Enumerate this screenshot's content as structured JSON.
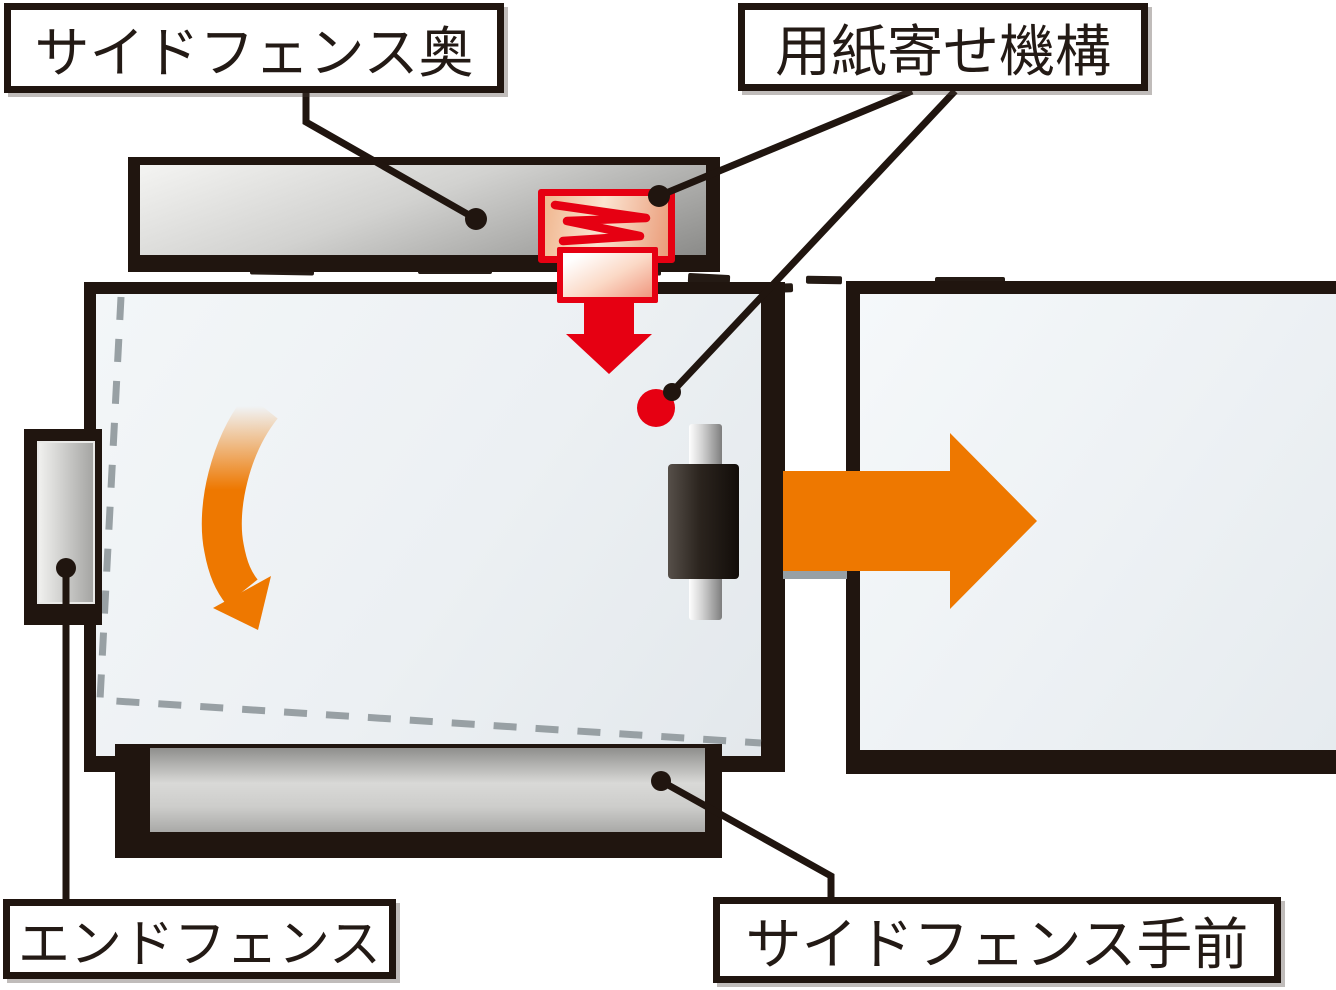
{
  "diagram": {
    "description": "Paper feed tray alignment diagram",
    "labels": {
      "side_fence_back": "サイドフェンス奥",
      "paper_alignment_mechanism": "用紙寄せ機構",
      "end_fence": "エンドフェンス",
      "side_fence_front": "サイドフェンス手前"
    },
    "colors": {
      "red": "#e60012",
      "orange": "#ee7800",
      "outline_black": "#20150f",
      "paper_fill": "#eef2f5",
      "fence_gray": "#c6c6c4",
      "dashed_outline_gray": "#98a0a4"
    },
    "icons": [
      "spring-icon",
      "press-down-arrow-icon",
      "rotate-paper-arrow-icon",
      "feed-direction-arrow-icon",
      "feed-roller",
      "alignment-point-dot"
    ]
  }
}
